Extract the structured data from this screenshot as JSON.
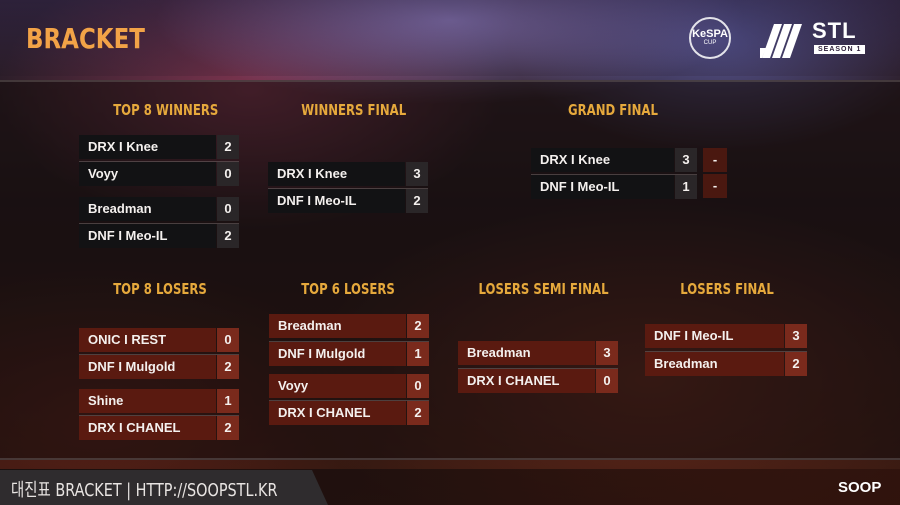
{
  "header": {
    "title": "BRACKET",
    "kespa_logo_text": "KeSPA",
    "kespa_logo_sub": "CUP",
    "stl_logo": "STL",
    "stl_season": "SEASON 1"
  },
  "rounds": {
    "top8_winners": {
      "title": "TOP 8 WINNERS",
      "matches": [
        [
          {
            "name": "DRX I Knee",
            "score": "2"
          },
          {
            "name": "Voyy",
            "score": "0"
          }
        ],
        [
          {
            "name": "Breadman",
            "score": "0"
          },
          {
            "name": "DNF I Meo-IL",
            "score": "2"
          }
        ]
      ]
    },
    "winners_final": {
      "title": "WINNERS FINAL",
      "matches": [
        [
          {
            "name": "DRX I Knee",
            "score": "3"
          },
          {
            "name": "DNF I Meo-IL",
            "score": "2"
          }
        ]
      ]
    },
    "grand_final": {
      "title": "GRAND FINAL",
      "matches": [
        [
          {
            "name": "DRX I Knee",
            "score": "3",
            "extra": "-"
          },
          {
            "name": "DNF I Meo-IL",
            "score": "1",
            "extra": "-"
          }
        ]
      ]
    },
    "top8_losers": {
      "title": "TOP 8 LOSERS",
      "matches": [
        [
          {
            "name": "ONIC I REST",
            "score": "0"
          },
          {
            "name": "DNF I Mulgold",
            "score": "2"
          }
        ],
        [
          {
            "name": "Shine",
            "score": "1"
          },
          {
            "name": "DRX I CHANEL",
            "score": "2"
          }
        ]
      ]
    },
    "top6_losers": {
      "title": "TOP 6 LOSERS",
      "matches": [
        [
          {
            "name": "Breadman",
            "score": "2"
          },
          {
            "name": "DNF I Mulgold",
            "score": "1"
          }
        ],
        [
          {
            "name": "Voyy",
            "score": "0"
          },
          {
            "name": "DRX I CHANEL",
            "score": "2"
          }
        ]
      ]
    },
    "losers_semi_final": {
      "title": "LOSERS SEMI FINAL",
      "matches": [
        [
          {
            "name": "Breadman",
            "score": "3"
          },
          {
            "name": "DRX I CHANEL",
            "score": "0"
          }
        ]
      ]
    },
    "losers_final": {
      "title": "LOSERS FINAL",
      "matches": [
        [
          {
            "name": "DNF I Meo-IL",
            "score": "3"
          },
          {
            "name": "Breadman",
            "score": "2"
          }
        ]
      ]
    }
  },
  "footer": {
    "text": "대진표  BRACKET  |  HTTP://SOOPSTL.KR",
    "brand": "SOOP"
  },
  "colors": {
    "title_orange": "#f2a347",
    "round_title_gold": "#e6a93c",
    "winners_row": "#121214",
    "losers_row": "#5a1a10"
  }
}
